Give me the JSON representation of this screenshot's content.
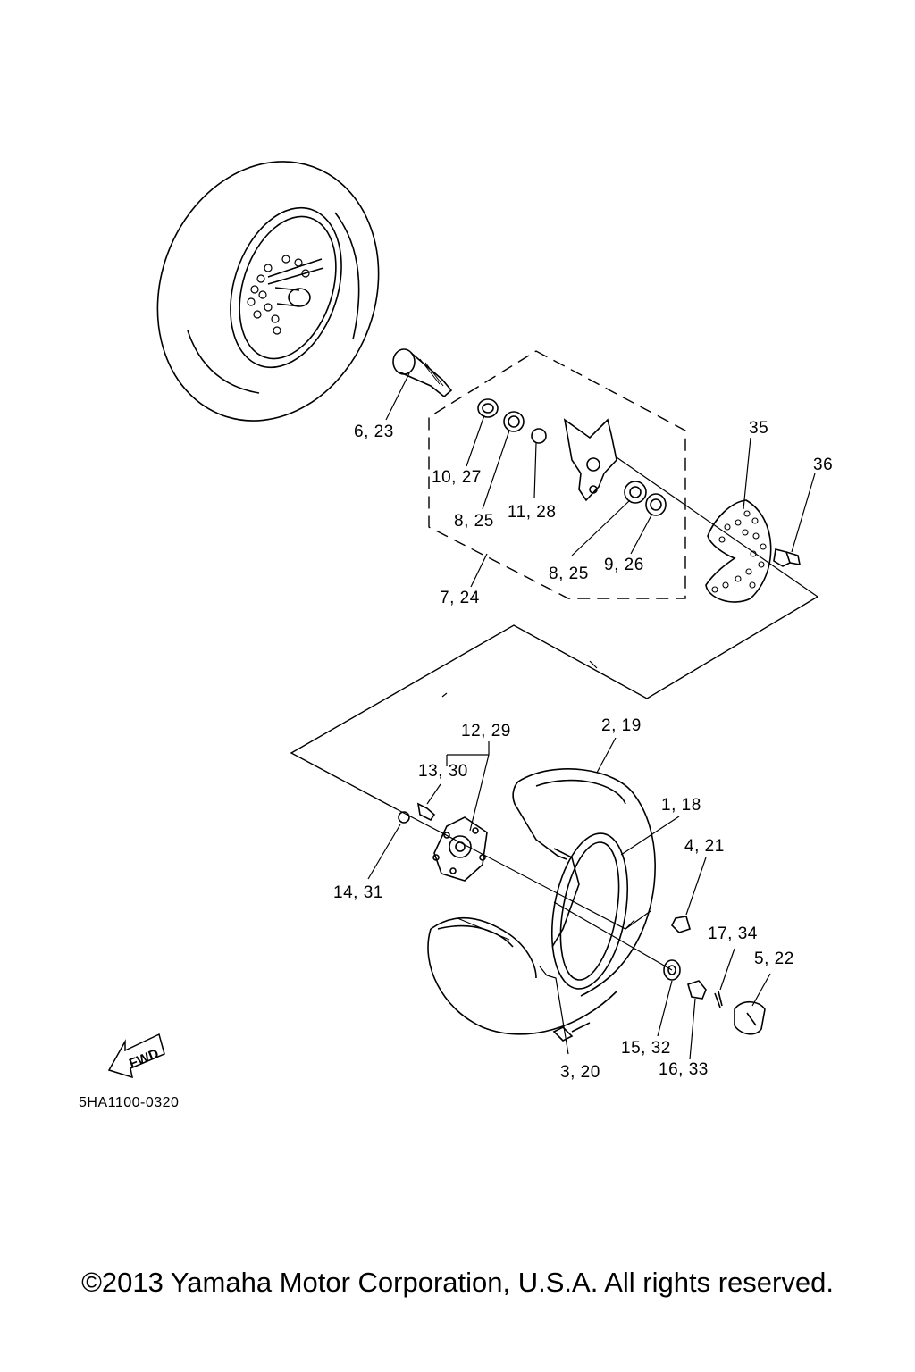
{
  "callouts": [
    {
      "id": "6-23",
      "text": "6, 23"
    },
    {
      "id": "10-27",
      "text": "10, 27"
    },
    {
      "id": "8-25-a",
      "text": "8, 25"
    },
    {
      "id": "11-28",
      "text": "11, 28"
    },
    {
      "id": "35",
      "text": "35"
    },
    {
      "id": "36",
      "text": "36"
    },
    {
      "id": "8-25-b",
      "text": "8, 25"
    },
    {
      "id": "9-26",
      "text": "9, 26"
    },
    {
      "id": "7-24",
      "text": "7, 24"
    },
    {
      "id": "12-29",
      "text": "12, 29"
    },
    {
      "id": "2-19",
      "text": "2, 19"
    },
    {
      "id": "13-30",
      "text": "13, 30"
    },
    {
      "id": "1-18",
      "text": "1, 18"
    },
    {
      "id": "4-21",
      "text": "4, 21"
    },
    {
      "id": "14-31",
      "text": "14, 31"
    },
    {
      "id": "17-34",
      "text": "17, 34"
    },
    {
      "id": "5-22",
      "text": "5, 22"
    },
    {
      "id": "15-32",
      "text": "15, 32"
    },
    {
      "id": "16-33",
      "text": "16, 33"
    },
    {
      "id": "3-20",
      "text": "3, 20"
    }
  ],
  "fwd_label": "FWD",
  "diagram_code": "5HA1100-0320",
  "copyright": "©2013 Yamaha Motor Corporation, U.S.A. All rights reserved."
}
